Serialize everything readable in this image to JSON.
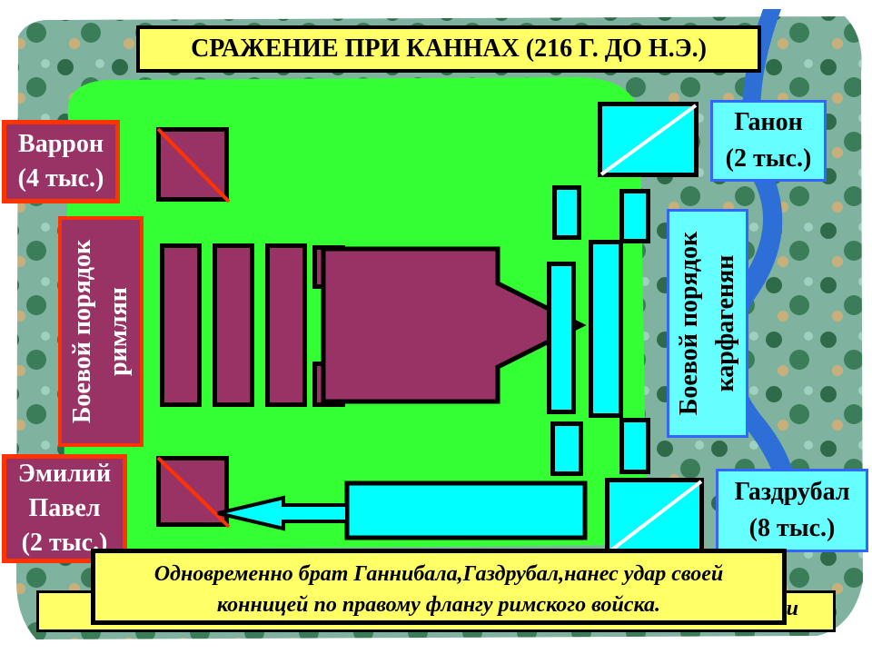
{
  "title": "СРАЖЕНИЕ ПРИ КАННАХ (216 Г. ДО Н.Э.)",
  "labels": {
    "varron": [
      "Варрон",
      "(4 тыс.)"
    ],
    "emilius": [
      "Эмилий",
      "Павел",
      "(2 тыс.)"
    ],
    "roman_formation": [
      "Боевой порядок",
      "римлян"
    ],
    "ganon": [
      "Ганон",
      "(2 тыс.)"
    ],
    "hasdrubal": [
      "Газдрубал",
      "(8 тыс.)"
    ],
    "carth_formation": [
      "Боевой порядок",
      "карфагенян"
    ]
  },
  "caption": {
    "line1": "Одновременно брат Ганнибала,Газдрубал,нанес удар своей",
    "line2": "конницей по правому флангу римского войска.",
    "back_fragment": "и"
  },
  "colors": {
    "roman": "#993366",
    "roman_border": "#ff3300",
    "carthaginian": "#00ffff",
    "field": "#33ff33",
    "caption_bg": "#ffff66"
  }
}
